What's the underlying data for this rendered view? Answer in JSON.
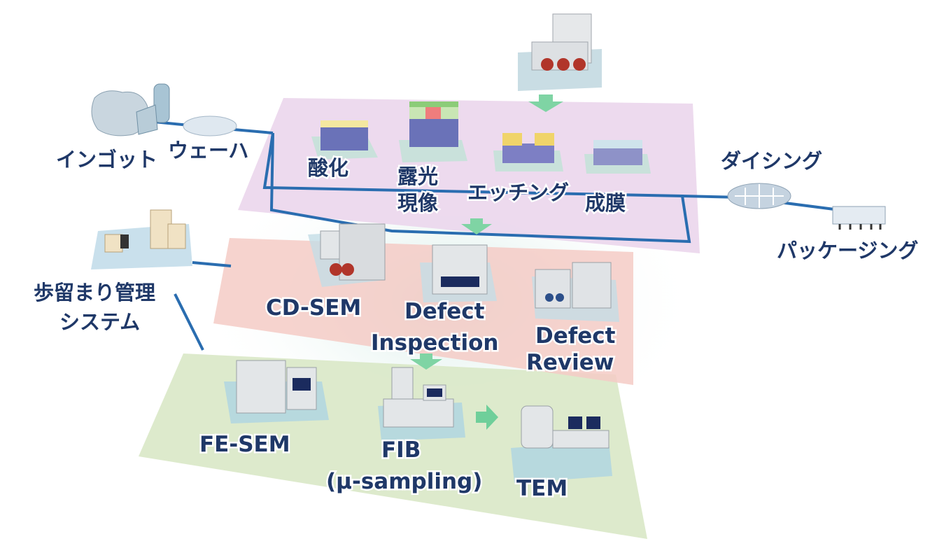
{
  "colors": {
    "label": "#1f3868",
    "process_plane": "#ead3ea",
    "inspection_plane": "#f6c9c3",
    "analysis_plane": "#d6e6c2",
    "flow_line": "#2a6db0",
    "arrow": "#6fcf9a"
  },
  "process_flow": {
    "ingot": "インゴット",
    "wafer": "ウェーハ",
    "dicing": "ダイシング",
    "packaging": "パッケージング"
  },
  "front_end": {
    "steps": [
      {
        "label": "酸化"
      },
      {
        "label_line1": "露光",
        "label_line2": "現像"
      },
      {
        "label": "エッチング"
      },
      {
        "label": "成膜"
      }
    ]
  },
  "yield_system": {
    "line1": "歩留まり管理",
    "line2": "システム"
  },
  "inspection": {
    "cd_sem": "CD-SEM",
    "defect_inspection_line1": "Defect",
    "defect_inspection_line2": "Inspection",
    "defect_review_line1": "Defect",
    "defect_review_line2": "Review"
  },
  "analysis": {
    "fe_sem": "FE-SEM",
    "fib_line1": "FIB",
    "fib_line2": "(μ-sampling)",
    "tem": "TEM"
  }
}
